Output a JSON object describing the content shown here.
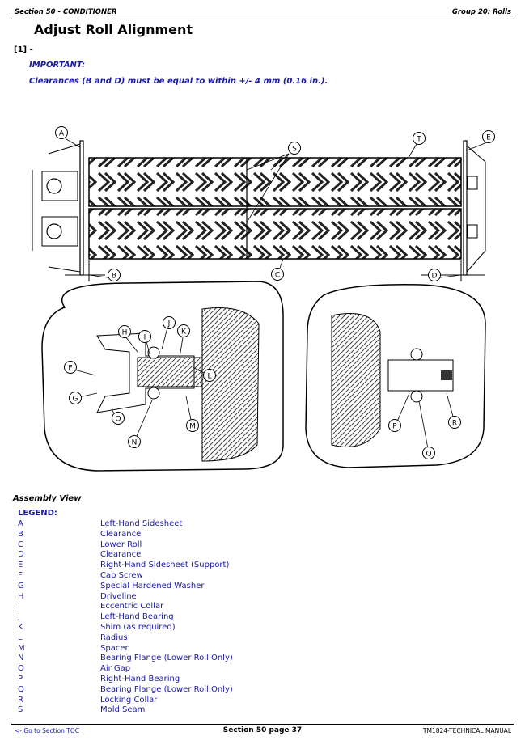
{
  "header": {
    "section": "Section 50 - CONDITIONER",
    "group": "Group 20: Rolls"
  },
  "title": "Adjust Roll Alignment",
  "step": "[1] -",
  "important": "IMPORTANT:",
  "note": "Clearances (B and D) must be equal to within +/- 4 mm (0.16 in.).",
  "figure": {
    "callouts": [
      "A",
      "B",
      "C",
      "D",
      "E",
      "S",
      "T",
      "F",
      "G",
      "H",
      "I",
      "J",
      "K",
      "L",
      "M",
      "N",
      "O",
      "P",
      "Q",
      "R"
    ]
  },
  "assembly_view": "Assembly View",
  "legend_title": "LEGEND:",
  "legend": [
    {
      "key": "A",
      "label": "Left-Hand Sidesheet"
    },
    {
      "key": "B",
      "label": "Clearance"
    },
    {
      "key": "C",
      "label": "Lower Roll"
    },
    {
      "key": "D",
      "label": "Clearance"
    },
    {
      "key": "E",
      "label": "Right-Hand Sidesheet (Support)"
    },
    {
      "key": "F",
      "label": "Cap Screw"
    },
    {
      "key": "G",
      "label": "Special Hardened Washer"
    },
    {
      "key": "H",
      "label": "Driveline"
    },
    {
      "key": "I",
      "label": "Eccentric Collar"
    },
    {
      "key": "J",
      "label": "Left-Hand Bearing"
    },
    {
      "key": "K",
      "label": "Shim (as required)"
    },
    {
      "key": "L",
      "label": "Radius"
    },
    {
      "key": "M",
      "label": "Spacer"
    },
    {
      "key": "N",
      "label": "Bearing Flange (Lower Roll Only)"
    },
    {
      "key": "O",
      "label": "Air Gap"
    },
    {
      "key": "P",
      "label": "Right-Hand Bearing"
    },
    {
      "key": "Q",
      "label": "Bearing Flange (Lower Roll Only)"
    },
    {
      "key": "R",
      "label": "Locking Collar"
    },
    {
      "key": "S",
      "label": "Mold Seam"
    }
  ],
  "footer": {
    "toc_link": "<- Go to Section TOC",
    "page": "Section 50 page 37",
    "manual": "TM1824-TECHNICAL MANUAL"
  }
}
